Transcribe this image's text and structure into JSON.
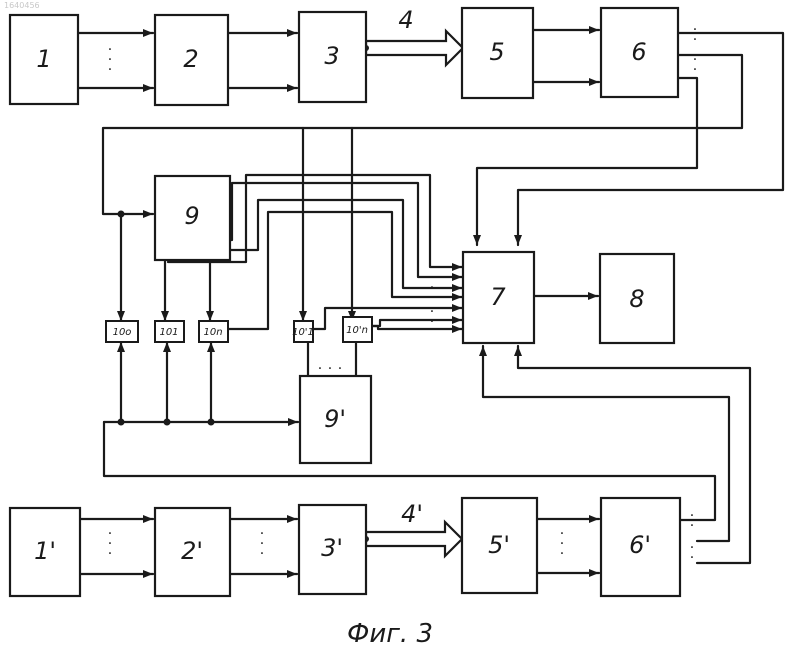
{
  "document_number": "1640456",
  "caption": "Фиг. 3",
  "blocks": [
    {
      "id": "b1",
      "label": "1"
    },
    {
      "id": "b2",
      "label": "2"
    },
    {
      "id": "b3",
      "label": "3"
    },
    {
      "id": "b5",
      "label": "5"
    },
    {
      "id": "b6",
      "label": "6"
    },
    {
      "id": "b9",
      "label": "9"
    },
    {
      "id": "b7",
      "label": "7"
    },
    {
      "id": "b8",
      "label": "8"
    },
    {
      "id": "b9p",
      "label": "9'"
    },
    {
      "id": "b1p",
      "label": "1'"
    },
    {
      "id": "b2p",
      "label": "2'"
    },
    {
      "id": "b3p",
      "label": "3'"
    },
    {
      "id": "b5p",
      "label": "5'"
    },
    {
      "id": "b6p",
      "label": "6'"
    }
  ],
  "small_blocks": [
    {
      "id": "s10o",
      "label": "10o"
    },
    {
      "id": "s101",
      "label": "101"
    },
    {
      "id": "s10n",
      "label": "10n"
    },
    {
      "id": "s101p",
      "label": "10'1"
    },
    {
      "id": "s10np",
      "label": "10'n"
    }
  ],
  "bus_labels": [
    {
      "id": "bus4",
      "label": "4"
    },
    {
      "id": "bus4p",
      "label": "4'"
    }
  ]
}
